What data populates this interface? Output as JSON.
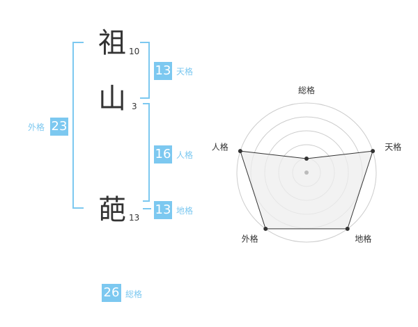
{
  "name": {
    "chars": [
      {
        "char": "祖",
        "strokes": "10"
      },
      {
        "char": "山",
        "strokes": "3"
      },
      {
        "char": "葩",
        "strokes": "13"
      }
    ]
  },
  "scores": {
    "tenkaku": {
      "value": "13",
      "label": "天格"
    },
    "jinkaku": {
      "value": "16",
      "label": "人格"
    },
    "chikaku": {
      "value": "13",
      "label": "地格"
    },
    "gaikaku": {
      "value": "23",
      "label": "外格"
    },
    "soukaku": {
      "value": "26",
      "label": "総格"
    }
  },
  "colors": {
    "accent": "#7cc8f0",
    "text": "#333333",
    "grid": "#cccccc",
    "fill": "#eeeeee"
  },
  "chart_data": {
    "type": "radar",
    "axes": [
      "総格",
      "天格",
      "地格",
      "外格",
      "人格"
    ],
    "values": [
      1,
      5,
      5,
      5,
      5
    ],
    "max": 5,
    "rings": 5,
    "grid": true
  }
}
